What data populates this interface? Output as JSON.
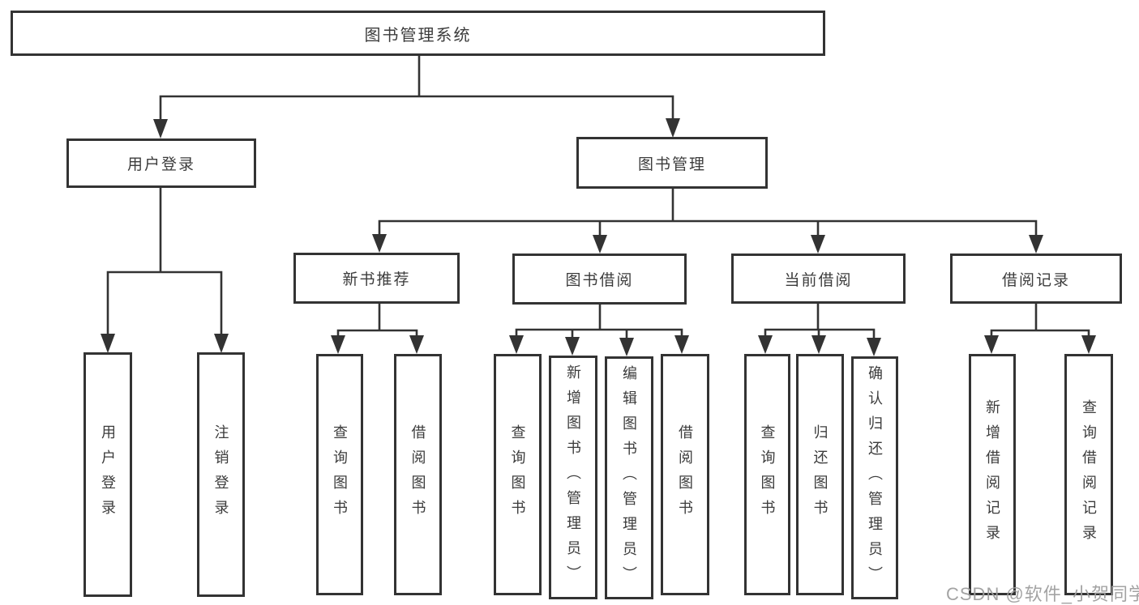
{
  "diagram": {
    "title_meaning": "library management system feature tree",
    "root": {
      "label": "图书管理系统"
    },
    "level2": [
      {
        "label": "用户登录"
      },
      {
        "label": "图书管理"
      }
    ],
    "level3": [
      {
        "label": "新书推荐"
      },
      {
        "label": "图书借阅"
      },
      {
        "label": "当前借阅"
      },
      {
        "label": "借阅记录"
      }
    ],
    "leaves": [
      {
        "label": "用户登录"
      },
      {
        "label": "注销登录"
      },
      {
        "label": "查询图书"
      },
      {
        "label": "借阅图书"
      },
      {
        "label": "查询图书"
      },
      {
        "label": "新增图书（管理员）"
      },
      {
        "label": "编辑图书（管理员）"
      },
      {
        "label": "借阅图书"
      },
      {
        "label": "查询图书"
      },
      {
        "label": "归还图书"
      },
      {
        "label": "确认归还（管理员）"
      },
      {
        "label": "新增借阅记录"
      },
      {
        "label": "查询借阅记录"
      }
    ]
  },
  "watermark": {
    "text": "CSDN @软件_小贺同学"
  },
  "colors": {
    "line": "#333333",
    "text": "#3c3c3c",
    "background": "#ffffff",
    "watermark": "#9e9e9e"
  }
}
